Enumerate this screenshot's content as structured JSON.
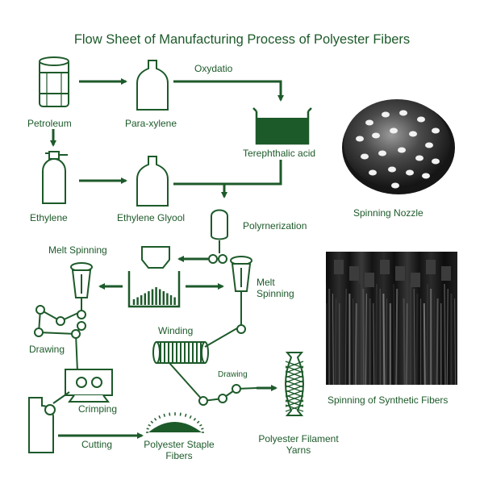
{
  "title": "Flow Sheet of Manufacturing Process of Polyester Fibers",
  "labels": {
    "petroleum": "Petroleum",
    "para_xylene": "Para-xylene",
    "oxydatio": "Oxydatio",
    "terephthalic_acid": "Terephthalic acid",
    "ethylene": "Ethylene",
    "ethylene_glycol": "Ethylene Glyool",
    "polymerization": "Polyrnerization",
    "melt_spinning_left": "Melt Spinning",
    "melt_spinning_right": "Melt Spinning",
    "drawing_left": "Drawing",
    "winding": "Winding",
    "drawing_right": "Drawing",
    "crimping": "Crimping",
    "cutting": "Cutting",
    "polyester_staple_fibers": "Polyester Staple Fibers",
    "polyester_filament_yarns": "Polyester Filament Yarns",
    "spinning_nozzle": "Spinning Nozzle",
    "spinning_of_synthetic_fibers": "Spinning of Synthetic Fibers"
  },
  "colors": {
    "primary": "#1d5a2a",
    "photo_dark": "#1a1a1a"
  }
}
